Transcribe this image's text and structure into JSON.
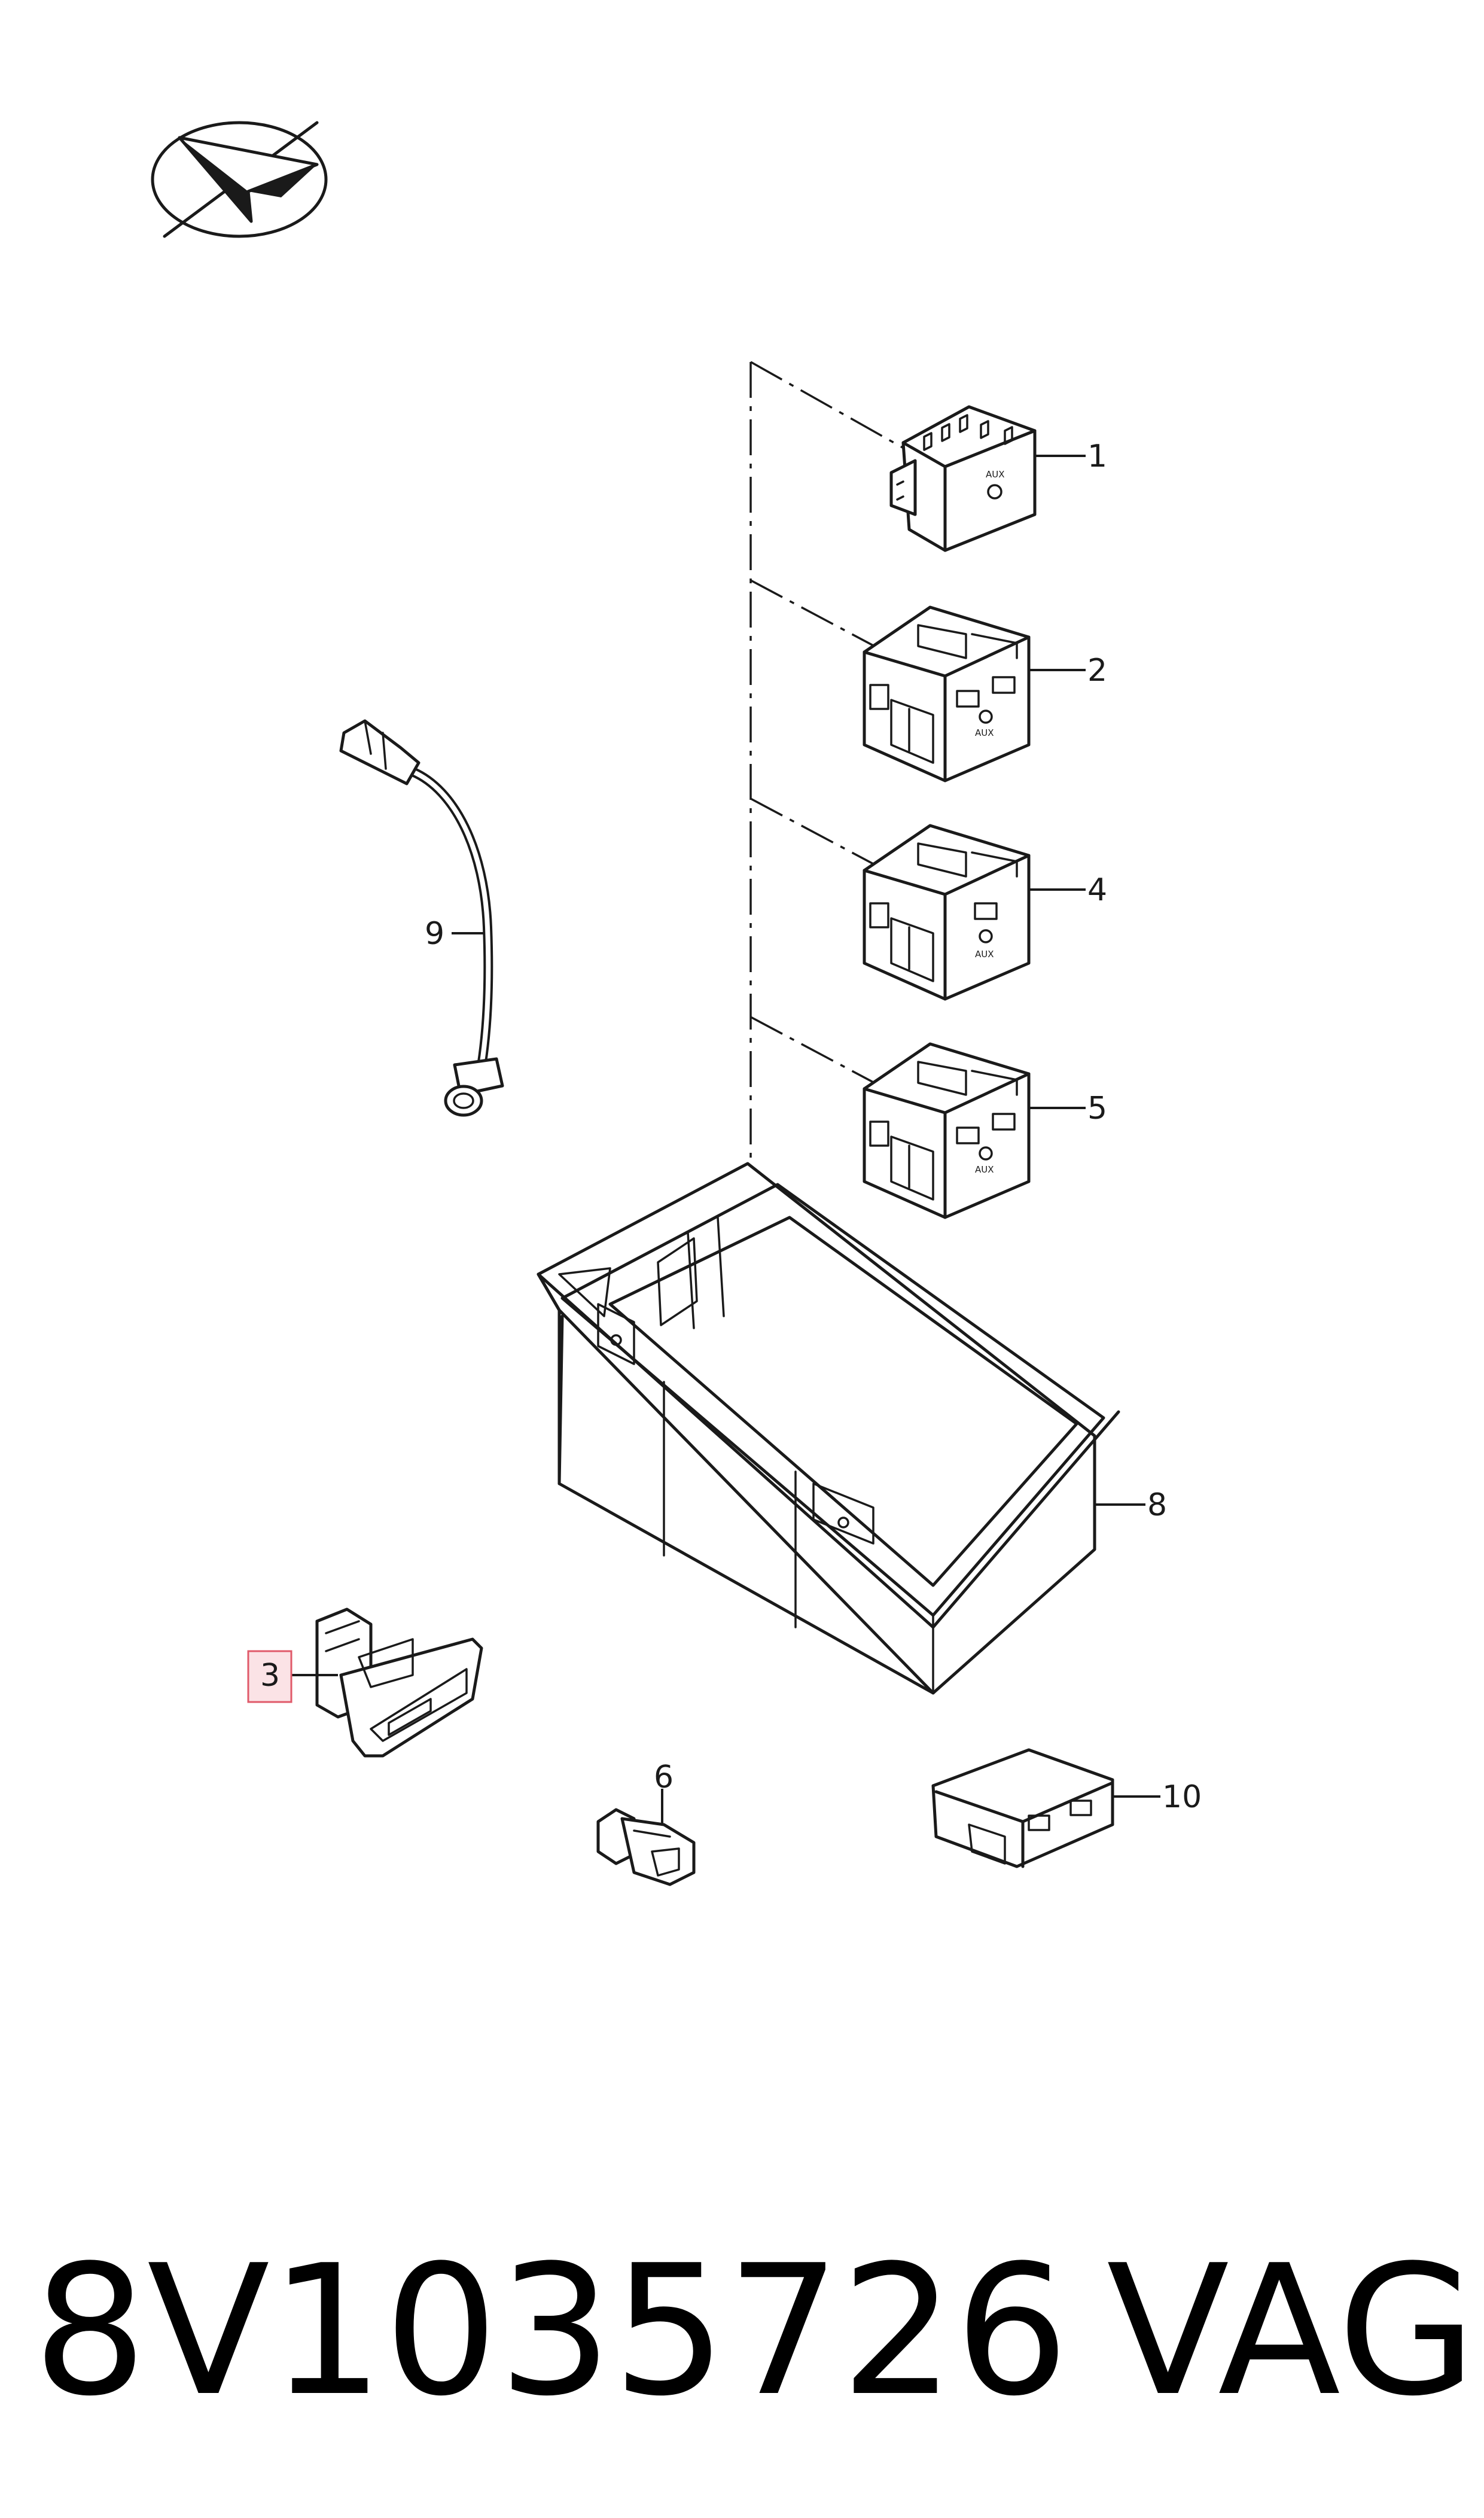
{
  "callouts": {
    "c1": "1",
    "c2": "2",
    "c3": "3",
    "c4": "4",
    "c5": "5",
    "c6": "6",
    "c8": "8",
    "c9": "9",
    "c10": "10"
  },
  "labels": {
    "aux_1": "AUX",
    "aux_2": "AUX",
    "aux_4": "AUX",
    "aux_5": "AUX"
  },
  "footer": {
    "part_number": "8V1035726",
    "brand": "VAG"
  },
  "highlight": {
    "callout": "3",
    "color": "#e05a6a"
  }
}
